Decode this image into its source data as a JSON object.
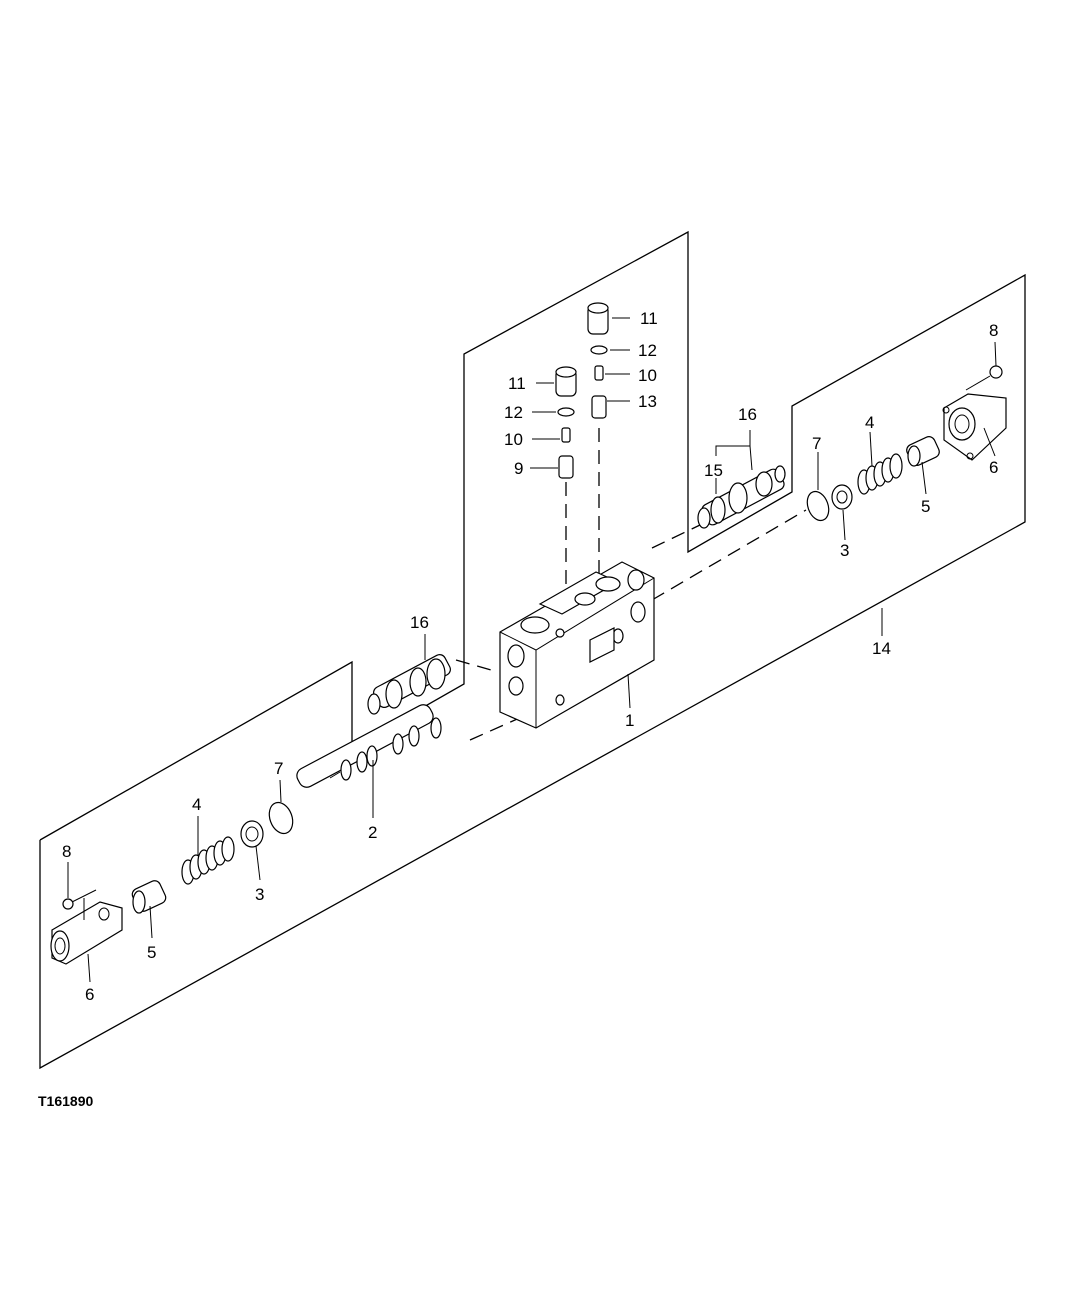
{
  "figure_id": "T161890",
  "callouts": {
    "c1": "1",
    "c2": "2",
    "c3": "3",
    "c4": "4",
    "c5": "5",
    "c6": "6",
    "c7": "7",
    "c8": "8",
    "c9": "9",
    "c10": "10",
    "c11": "11",
    "c12": "12",
    "c13": "13",
    "c14": "14",
    "c15": "15",
    "c16": "16"
  }
}
